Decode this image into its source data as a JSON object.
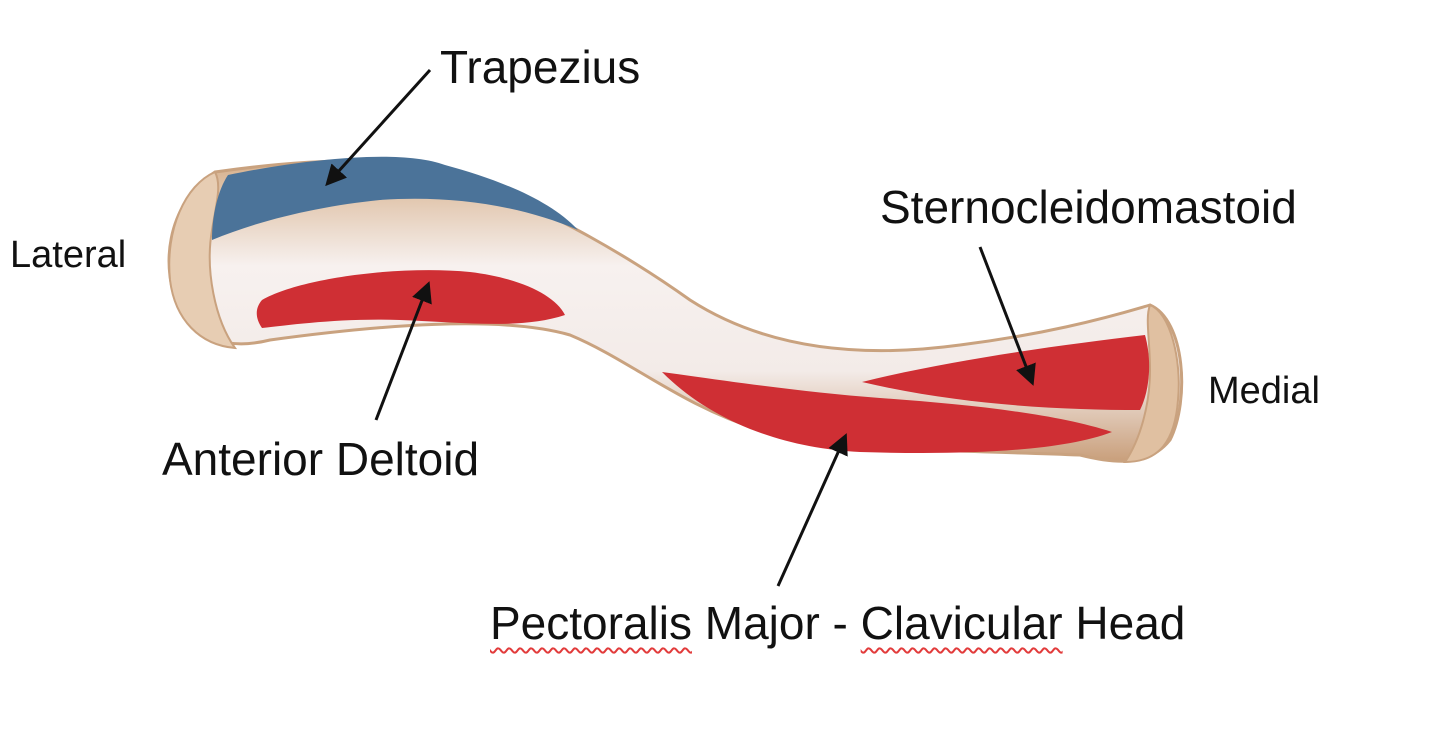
{
  "labels": {
    "trapezius": "Trapezius",
    "lateral": "Lateral",
    "sternocleidomastoid": "Sternocleidomastoid",
    "medial": "Medial",
    "anterior_deltoid": "Anterior Deltoid",
    "pectoralis": {
      "word1": "Pectoralis",
      "middle": " Major - ",
      "word2": "Clavicular",
      "end": " Head"
    }
  },
  "colors": {
    "bone_fill": "#f4ecea",
    "bone_edge": "#c9a27f",
    "trapezius_muscle": "#4b7399",
    "red_muscle": "#cf2f34",
    "leader_line": "#111111",
    "spellcheck_underline": "#e23b3b"
  }
}
